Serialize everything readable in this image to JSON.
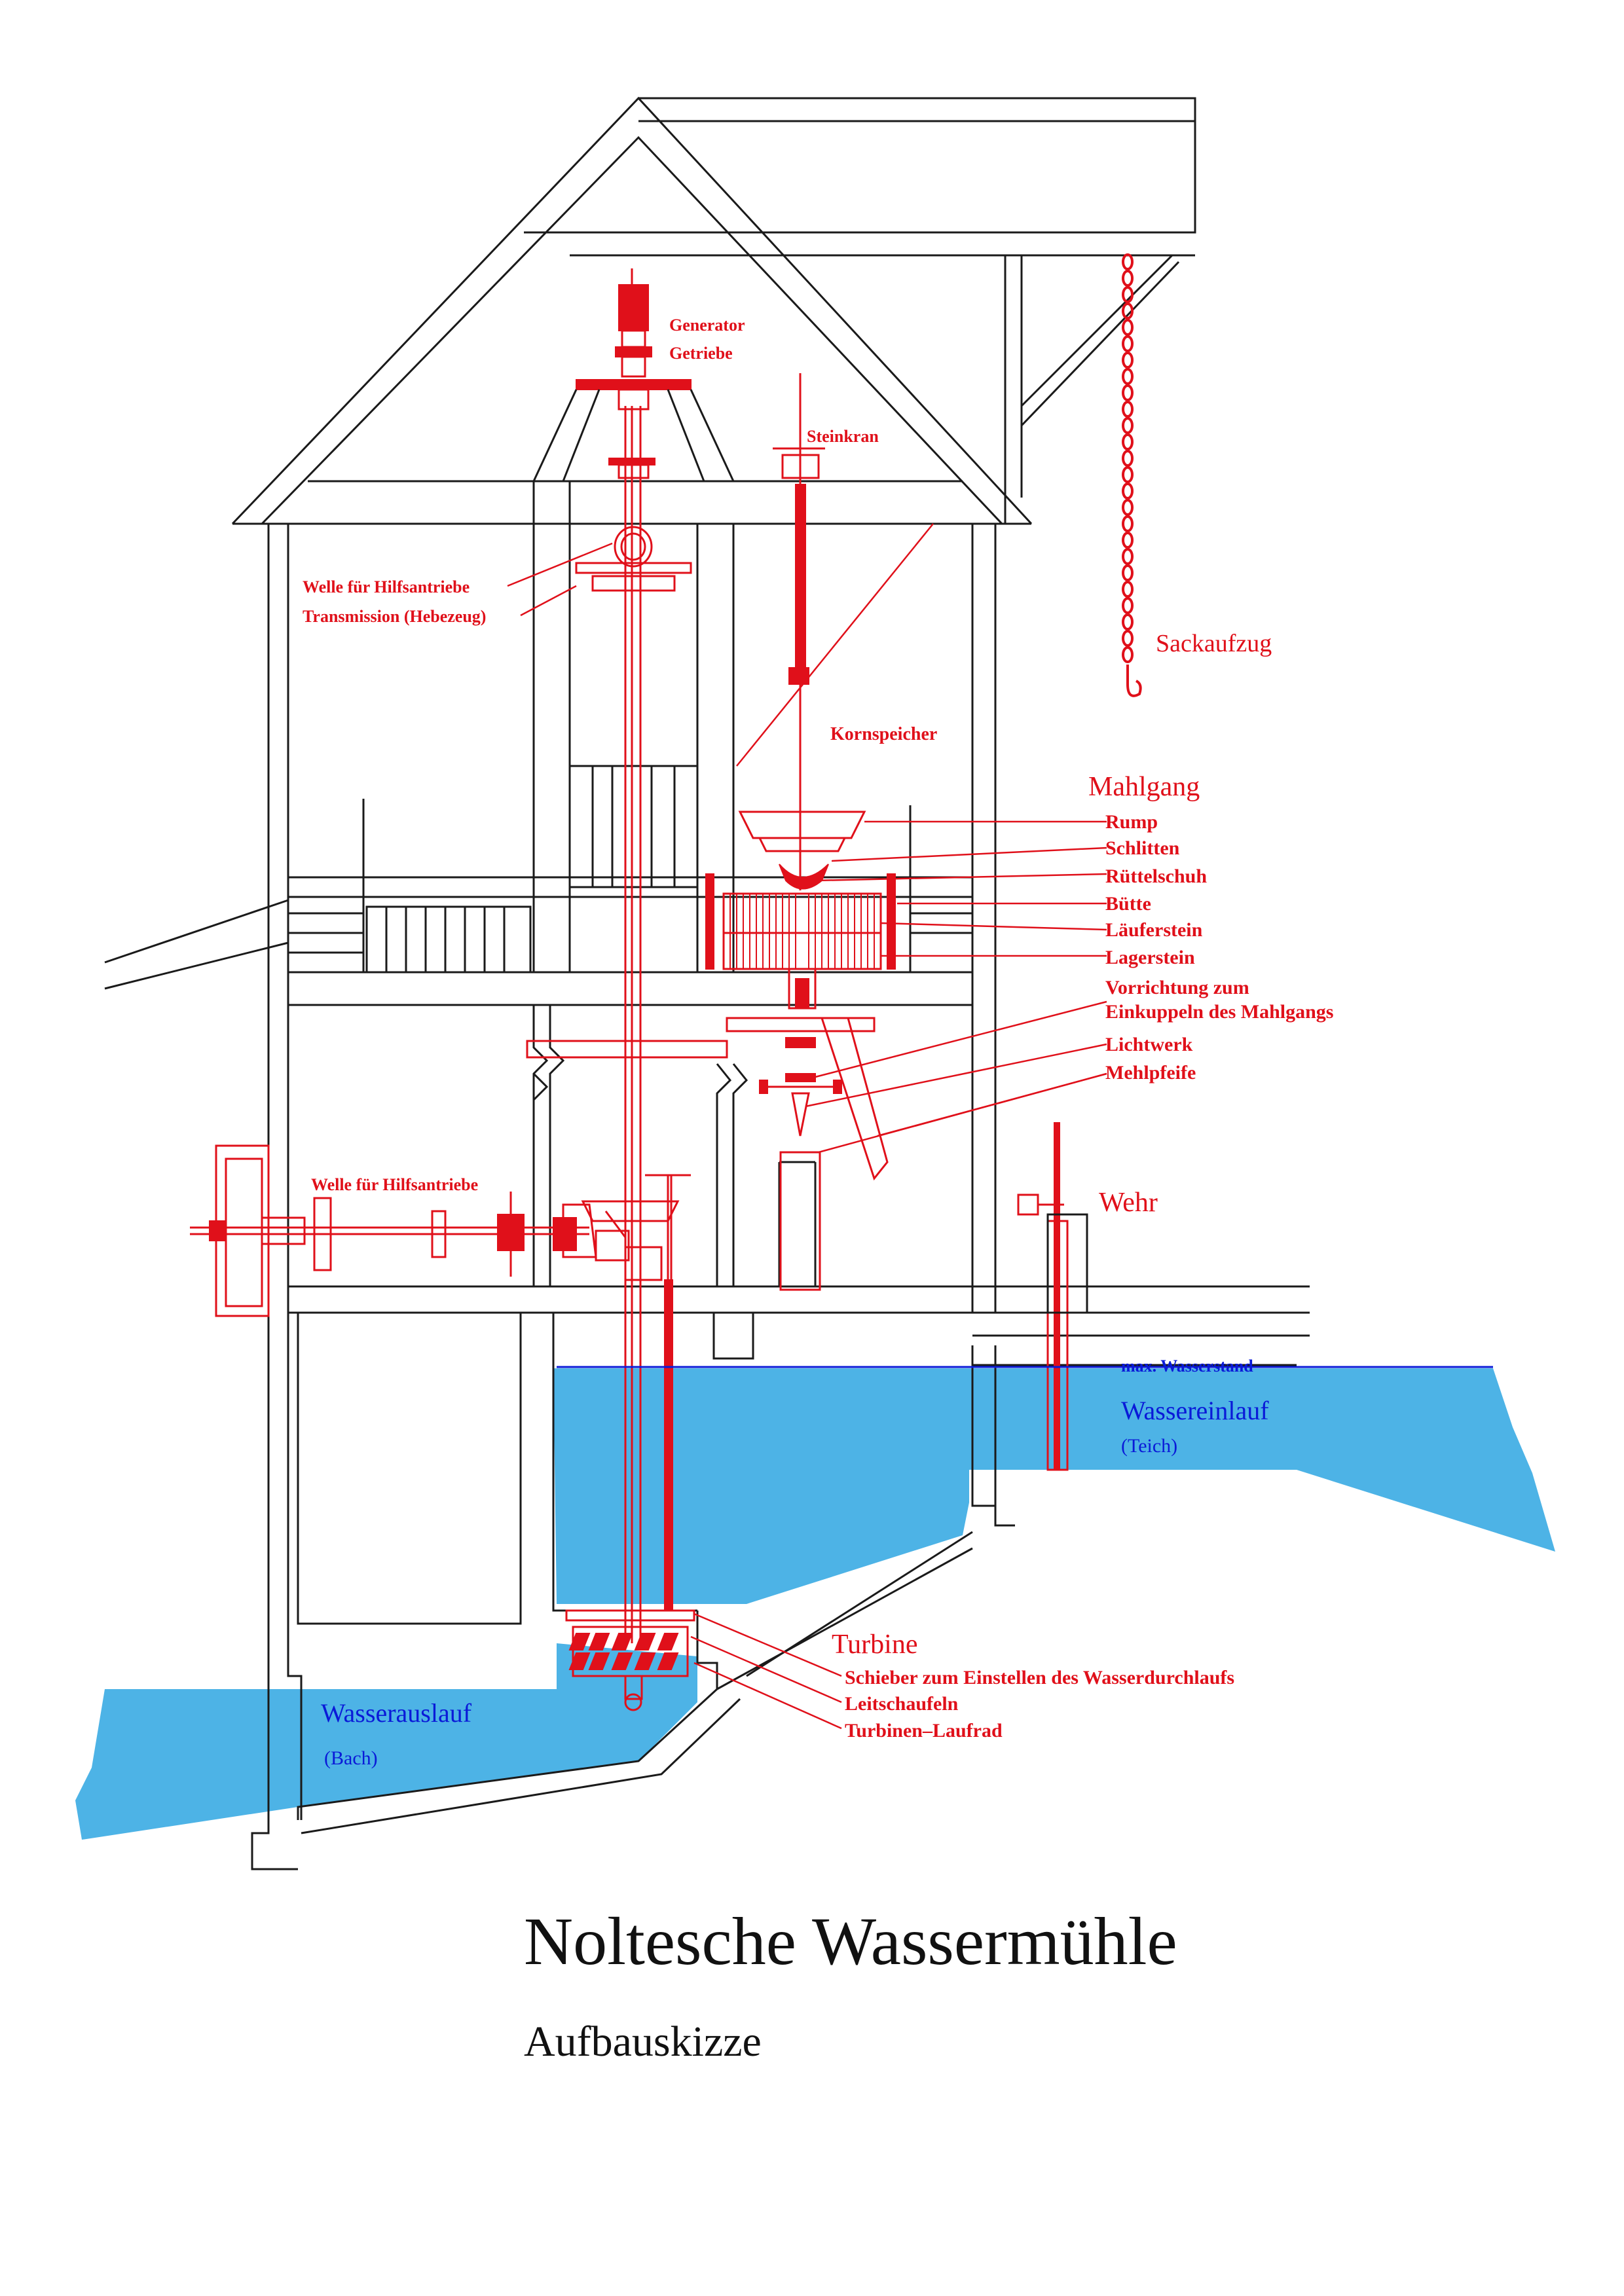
{
  "title": "Noltesche Wassermühle",
  "subtitle": "Aufbauskizze",
  "colors": {
    "machinery": "#e0101a",
    "water": "#4db3e6",
    "water_labels": "#0a1ad8",
    "building": "#1a1a1a"
  },
  "labels": {
    "generator": "Generator",
    "getriebe": "Getriebe",
    "steinkran": "Steinkran",
    "sackaufzug": "Sackaufzug",
    "welle_oben": "Welle für Hilfsantriebe",
    "transmission": "Transmission (Hebezeug)",
    "kornspeicher": "Kornspeicher",
    "mahlgang": "Mahlgang",
    "rump": "Rump",
    "schlitten": "Schlitten",
    "ruettelschuh": "Rüttelschuh",
    "buette": "Bütte",
    "laeuferstein": "Läuferstein",
    "lagerstein": "Lagerstein",
    "vorrichtung_1": "Vorrichtung zum",
    "vorrichtung_2": "Einkuppeln des Mahlgangs",
    "lichtwerk": "Lichtwerk",
    "mehlpfeife": "Mehlpfeife",
    "welle_unten": "Welle für Hilfsantriebe",
    "wehr": "Wehr",
    "max_wasserstand": "max. Wasserstand",
    "wassereinlauf": "Wassereinlauf",
    "teich": "(Teich)",
    "turbine": "Turbine",
    "schieber": "Schieber zum Einstellen des Wasserdurchlaufs",
    "leitschaufeln": "Leitschaufeln",
    "laufrad": "Turbinen–Laufrad",
    "wasserauslauf": "Wasserauslauf",
    "bach": "(Bach)"
  }
}
